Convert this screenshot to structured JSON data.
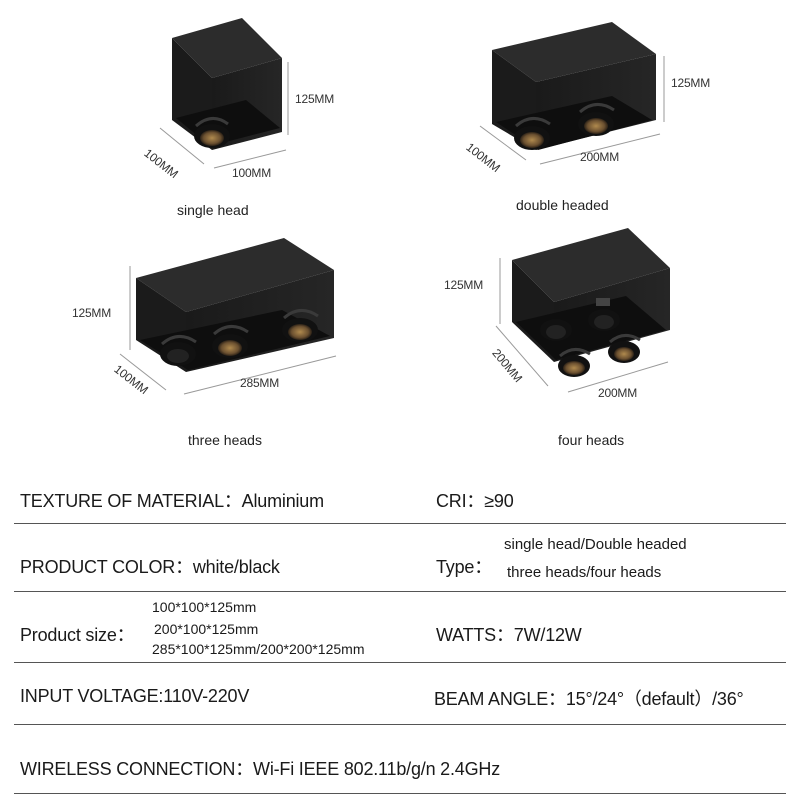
{
  "figures": {
    "single": {
      "caption": "single head",
      "height": "125MM",
      "depth": "100MM",
      "width": "100MM"
    },
    "double": {
      "caption": "double headed",
      "height": "125MM",
      "depth": "100MM",
      "width": "200MM"
    },
    "three": {
      "caption": "three heads",
      "height": "125MM",
      "depth": "100MM",
      "width": "285MM"
    },
    "four": {
      "caption": "four heads",
      "height": "125MM",
      "depth": "200MM",
      "width": "200MM"
    }
  },
  "specs": {
    "material": "TEXTURE OF MATERIAL：Aluminium",
    "cri": "CRI：≥90",
    "color": "PRODUCT COLOR：white/black",
    "type_label": "Type：",
    "type_line1": "single head/Double headed",
    "type_line2": "three heads/four heads",
    "size_label": "Product size：",
    "size_line1": "100*100*125mm",
    "size_line2": "200*100*125mm",
    "size_line3": "285*100*125mm/200*200*125mm",
    "watts": "WATTS：7W/12W",
    "voltage": "INPUT VOLTAGE:110V-220V",
    "beam": "BEAM ANGLE：15°/24°（default）/36°",
    "wireless": "WIRELESS CONNECTION：Wi-Fi IEEE 802.11b/g/n 2.4GHz"
  },
  "colors": {
    "housing": "#1c1c1c",
    "housing_front": "#2a2a2a",
    "lens": "#8a6a3a",
    "rule": "#555555"
  }
}
